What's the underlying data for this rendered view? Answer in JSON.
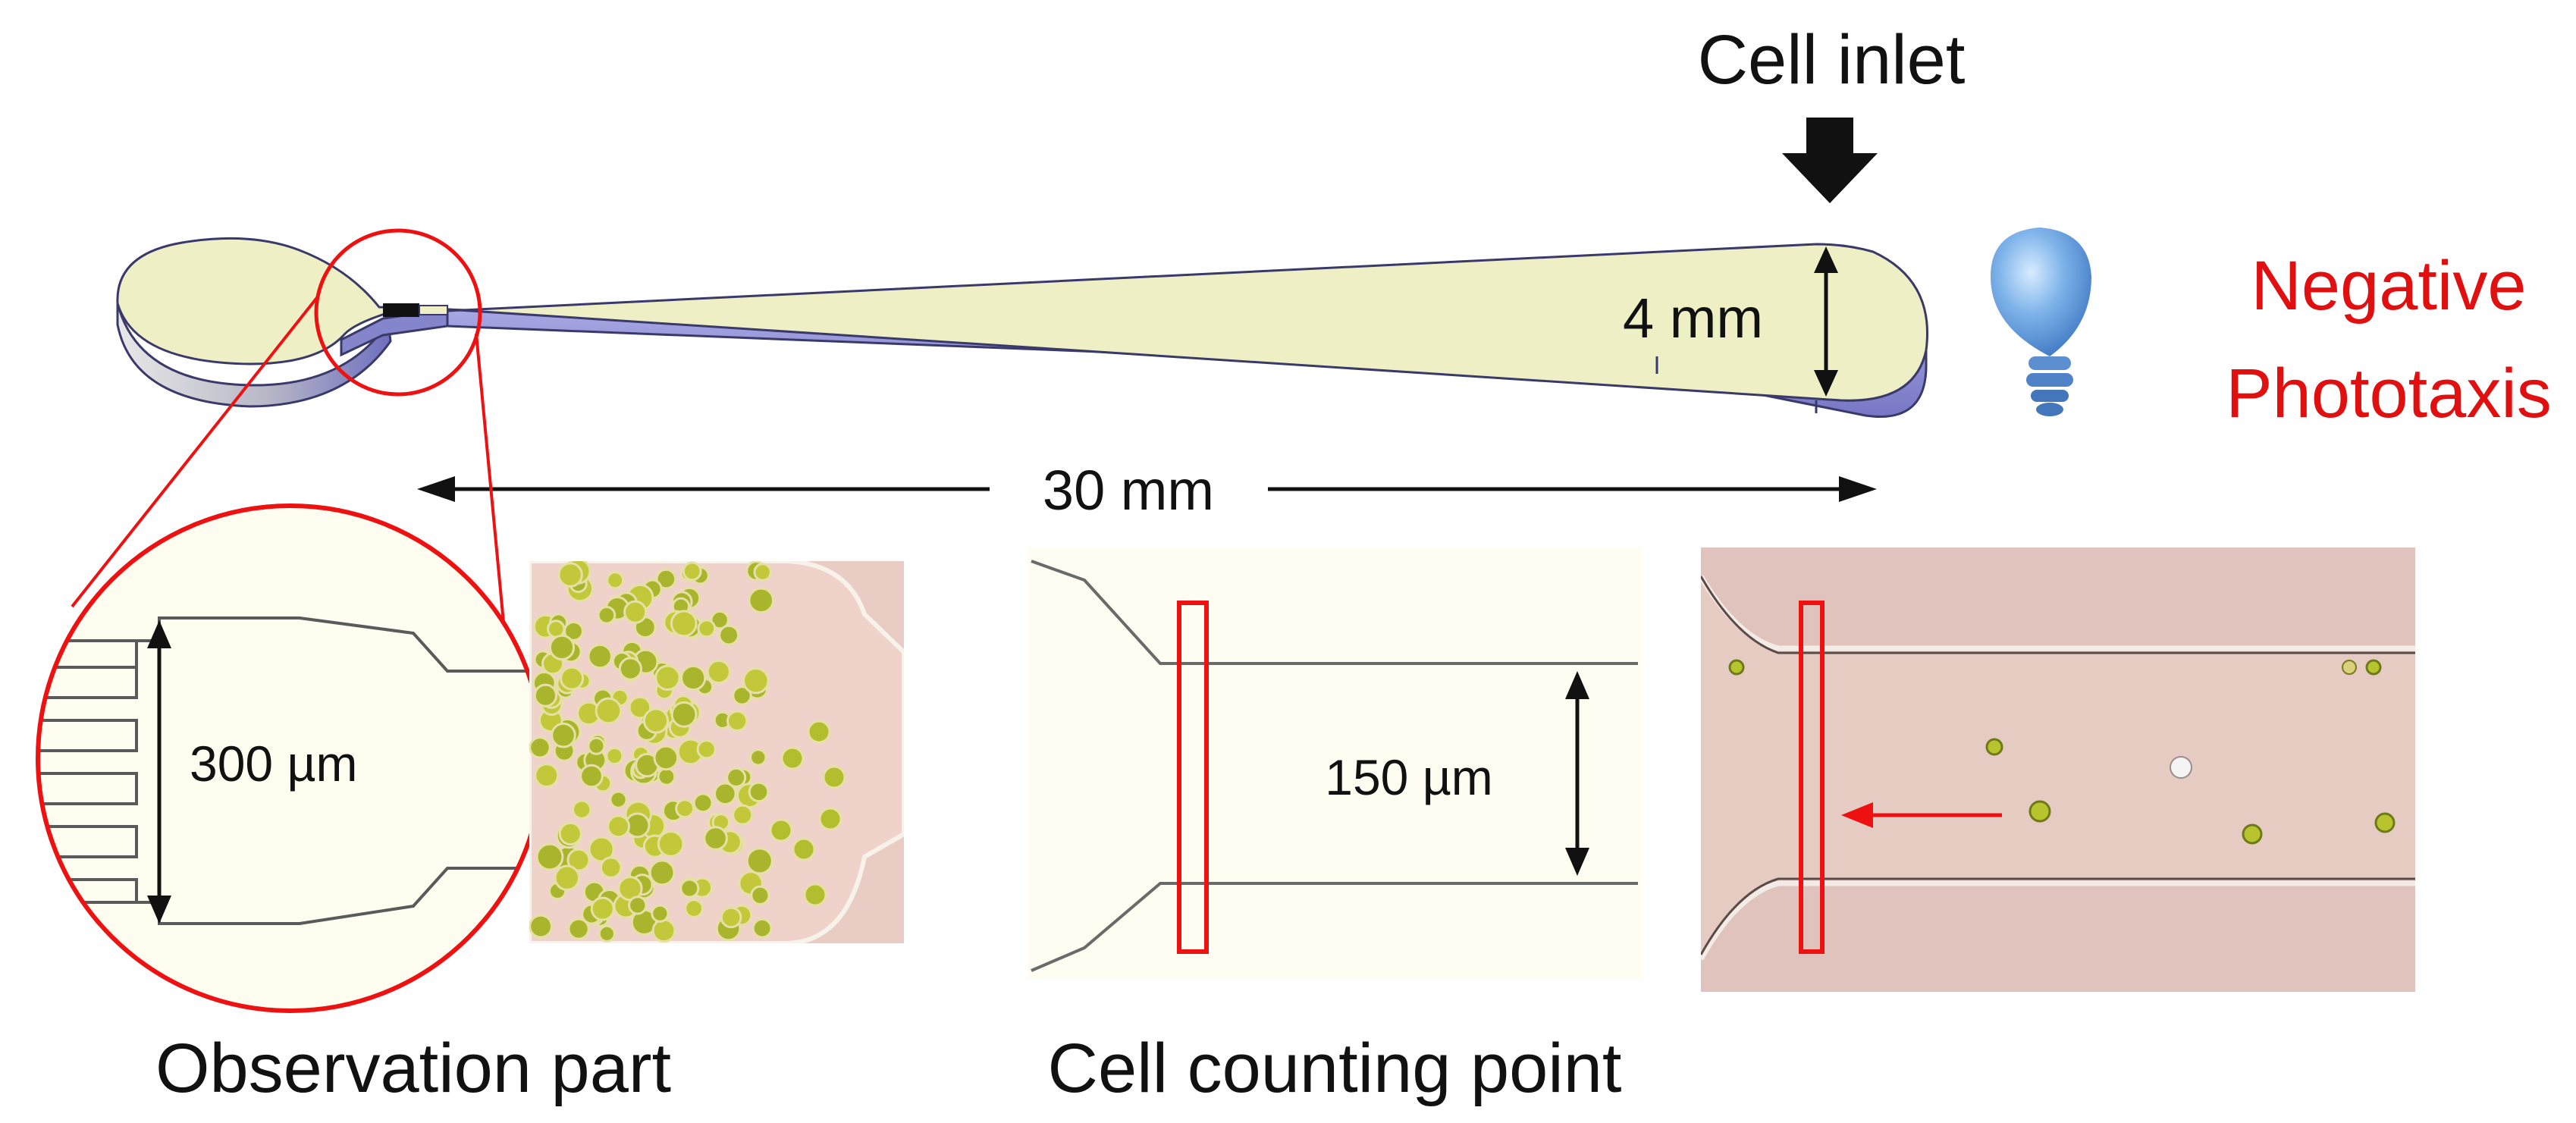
{
  "labels": {
    "cell_inlet": "Cell inlet",
    "channel_width": "4 mm",
    "channel_length": "30 mm",
    "phototaxis_line1": "Negative",
    "phototaxis_line2": "Phototaxis",
    "observation_width": "300 µm",
    "counting_width": "150 µm",
    "observation_caption": "Observation part",
    "counting_caption": "Cell counting point"
  },
  "icons": {
    "inlet_arrow": "down-arrow-icon",
    "light_source": "light-bulb-icon",
    "flow_direction": "left-arrow-icon"
  },
  "colors": {
    "chamber_top": "#efefc6",
    "chamber_side": "#8f8fd3",
    "highlight": "#ee1111",
    "text": "#111111",
    "warning_text": "#e01010",
    "bulb": "#6fa8e0",
    "micrograph_bg": "#e8c8c0",
    "schematic_bg": "#fffdf2",
    "cell": "#b6c02a"
  }
}
